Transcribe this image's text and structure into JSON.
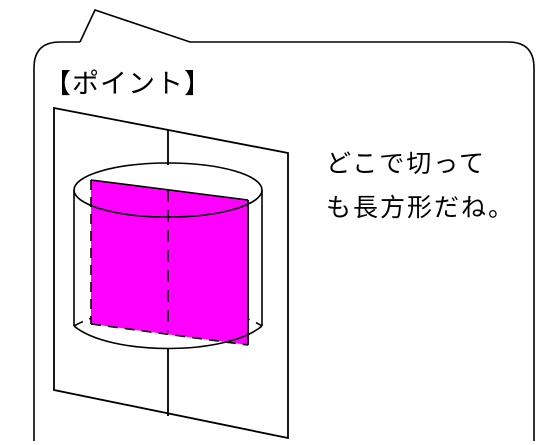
{
  "callout": {
    "title": "【ポイント】",
    "note_lines": [
      "どこで切って",
      "も長方形だね。"
    ]
  },
  "figure": {
    "subject": "cylinder cut by a vertical plane through its axis",
    "cross_section_shape": "rectangle",
    "cross_section_color": "#ff00ff",
    "line_color": "#000000"
  }
}
